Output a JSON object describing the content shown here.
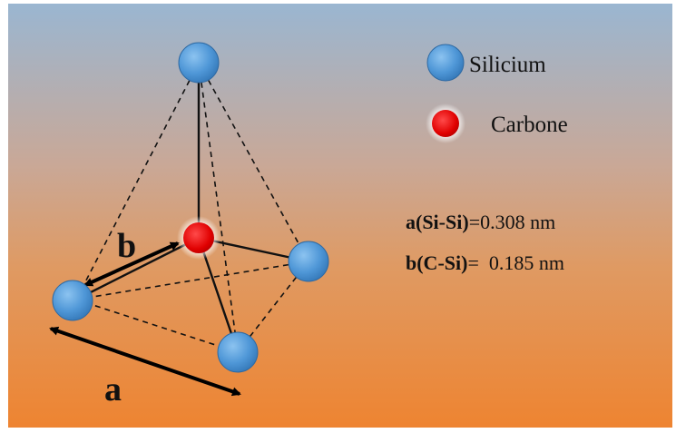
{
  "legend": {
    "silicon_label": "Silicium",
    "carbon_label": "Carbone"
  },
  "labels": {
    "a": "a",
    "b": "b"
  },
  "dimensions": {
    "a_prefix": "a(Si-Si)",
    "a_value": "=0.308 nm",
    "b_prefix": "b(C-Si)",
    "b_value": "=  0.185 nm"
  },
  "colors": {
    "silicon": "#4f97d7",
    "carbon": "#e00000",
    "background_top": "#9ab6d1",
    "background_bottom": "#ee8431"
  }
}
